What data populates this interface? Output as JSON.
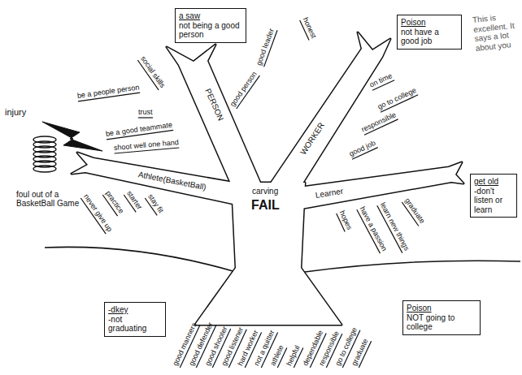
{
  "diagram": {
    "nodes": [
      {
        "text": [
          "a saw",
          "not being a good person"
        ]
      },
      {
        "text": [
          "Poison",
          "not have a good job"
        ]
      },
      {
        "text": [
          "get old",
          "-don't listen or learn"
        ]
      },
      {
        "text": [
          "-dkey",
          "-not graduating"
        ]
      },
      {
        "text": [
          "Poison",
          "NOT going to college"
        ]
      }
    ],
    "labels": [
      "This is excellent. It says a lot about you",
      "injury",
      "foul out of a BasketBall Game",
      "carving",
      "FAIL",
      "PERSON",
      "WORKER",
      "Athlete(BasketBall)",
      "Learner",
      "good leader",
      "honest",
      "good person",
      "be a people person",
      "social skills",
      "trust",
      "be a good teammate",
      "shoot well one hand",
      "never give up",
      "practice",
      "starter",
      "stay fit",
      "on time",
      "go to college",
      "responsible",
      "good job",
      "hopes",
      "have a passion",
      "learn new things",
      "graduate",
      "good manners",
      "good defender",
      "good shooter",
      "good listener",
      "hard worker",
      "not a quitter",
      "athlete",
      "helpful",
      "dependable",
      "responsible",
      "go to college",
      "graduate"
    ]
  }
}
